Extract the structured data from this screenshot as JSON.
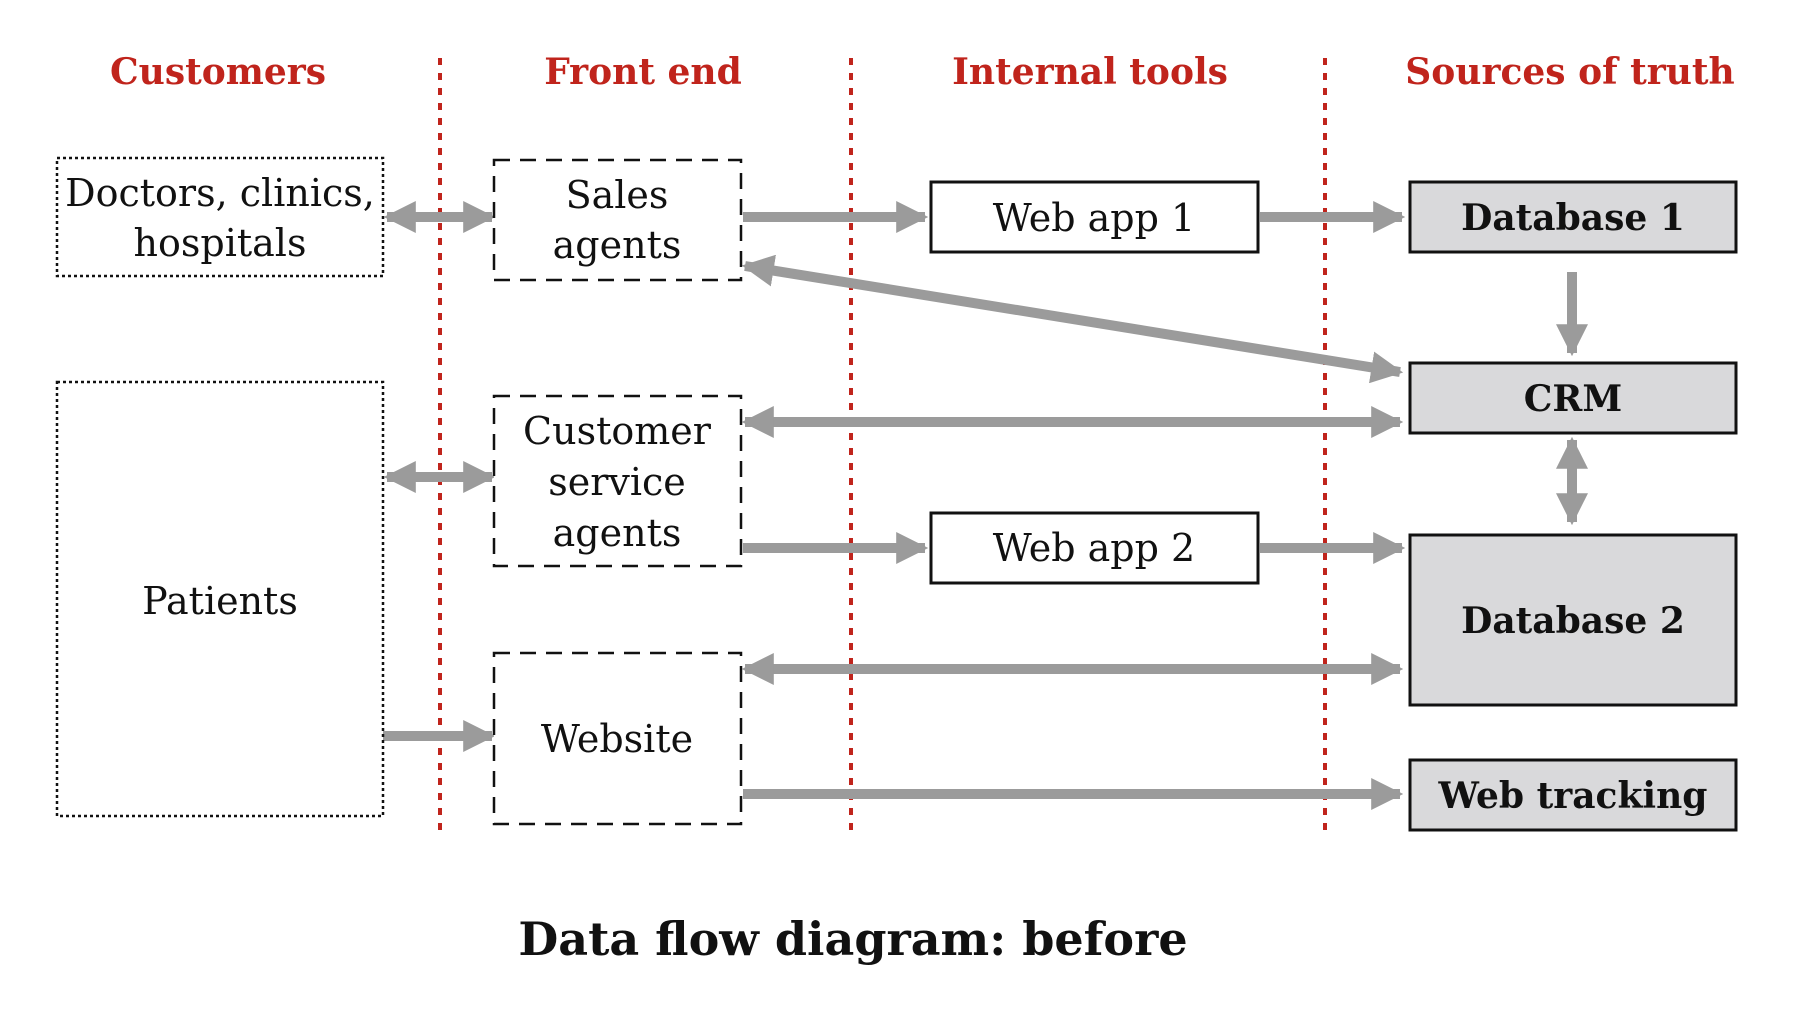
{
  "lanes": {
    "customers": "Customers",
    "front_end": "Front end",
    "internal_tools": "Internal tools",
    "sources_of_truth": "Sources of truth"
  },
  "nodes": {
    "doctors": {
      "line1": "Doctors, clinics,",
      "line2": "hospitals"
    },
    "patients": {
      "label": "Patients"
    },
    "sales_agents": {
      "line1": "Sales",
      "line2": "agents"
    },
    "customer_service": {
      "line1": "Customer",
      "line2": "service",
      "line3": "agents"
    },
    "website": {
      "label": "Website"
    },
    "web_app_1": {
      "label": "Web app 1"
    },
    "web_app_2": {
      "label": "Web app 2"
    },
    "database_1": {
      "label": "Database 1"
    },
    "crm": {
      "label": "CRM"
    },
    "database_2": {
      "label": "Database 2"
    },
    "web_tracking": {
      "label": "Web tracking"
    }
  },
  "caption": "Data flow diagram: before",
  "colors": {
    "accent": "#c0241c",
    "arrow": "#9b9b9b",
    "source_fill": "#d9d9db",
    "text": "#111111"
  }
}
